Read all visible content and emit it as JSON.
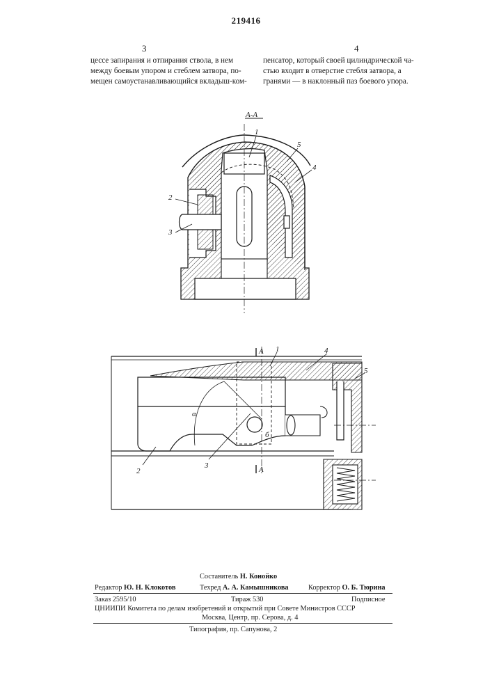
{
  "header": {
    "patent_number": "219416",
    "left_column_number": "3",
    "right_column_number": "4"
  },
  "text": {
    "left_lines": [
      "цессе запирания и отпирания ствола, в нем",
      "между боевым упором и стеблем затвора, по-",
      "мещен самоустанавливающийся вкладыш-ком-"
    ],
    "right_lines": [
      "пенсатор, который своей цилиндрической ча-",
      "стью входит в отверстие стебля затвора, а",
      "гранями — в наклонный паз боевого упора."
    ]
  },
  "figure_top": {
    "section_label": "А-А",
    "labels": [
      "1",
      "5",
      "4",
      "2",
      "3"
    ]
  },
  "figure_bottom": {
    "labels": [
      "А",
      "1",
      "4",
      "5",
      "α",
      "б",
      "2",
      "3",
      "А"
    ]
  },
  "imprint": {
    "compiler_label": "Составитель",
    "compiler_name": "Н. Конойко",
    "editor_label": "Редактор",
    "editor_name": "Ю. Н. Клокотов",
    "techred_label": "Техред",
    "techred_name": "А. А. Камышникова",
    "corrector_label": "Корректор",
    "corrector_name": "О. Б. Тюрина",
    "order": "Заказ 2595/10",
    "circulation": "Тираж 530",
    "subscription": "Подписное",
    "org_line": "ЦНИИПИ Комитета по делам изобретений и открытий при Совете Министров СССР",
    "address": "Москва, Центр, пр. Серова, д. 4",
    "printer": "Типография, пр. Сапунова, 2"
  }
}
